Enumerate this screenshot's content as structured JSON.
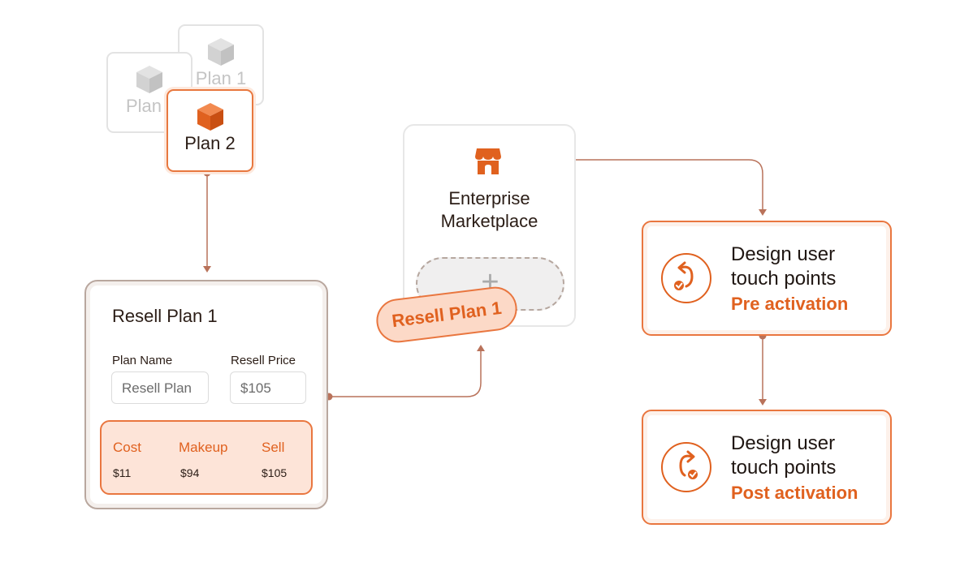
{
  "plans": {
    "back2_label": "Plan 1",
    "back1_label": "Plan",
    "front_label": "Plan 2"
  },
  "resell_card": {
    "title": "Resell Plan 1",
    "plan_name_label": "Plan Name",
    "plan_name_value": "Resell Plan",
    "price_label": "Resell Price",
    "price_value": "$105",
    "summary": {
      "cost_label": "Cost",
      "cost_value": "$11",
      "makeup_label": "Makeup",
      "makeup_value": "$94",
      "sell_label": "Sell",
      "sell_value": "$105"
    }
  },
  "marketplace": {
    "title_line1": "Enterprise",
    "title_line2": "Marketplace",
    "drop_symbol": "+",
    "pill_label": "Resell Plan 1"
  },
  "touch_points": {
    "pre": {
      "line1": "Design user",
      "line2": "touch points",
      "sub": "Pre activation"
    },
    "post": {
      "line1": "Design user",
      "line2": "touch points",
      "sub": "Post activation"
    }
  },
  "colors": {
    "accent": "#e0611f",
    "connector": "#b9725a",
    "accent_light": "#fde4d8"
  },
  "icons": {
    "plan": "cube-icon",
    "marketplace": "storefront-icon",
    "pre": "undo-check-icon",
    "post": "redo-check-icon"
  }
}
